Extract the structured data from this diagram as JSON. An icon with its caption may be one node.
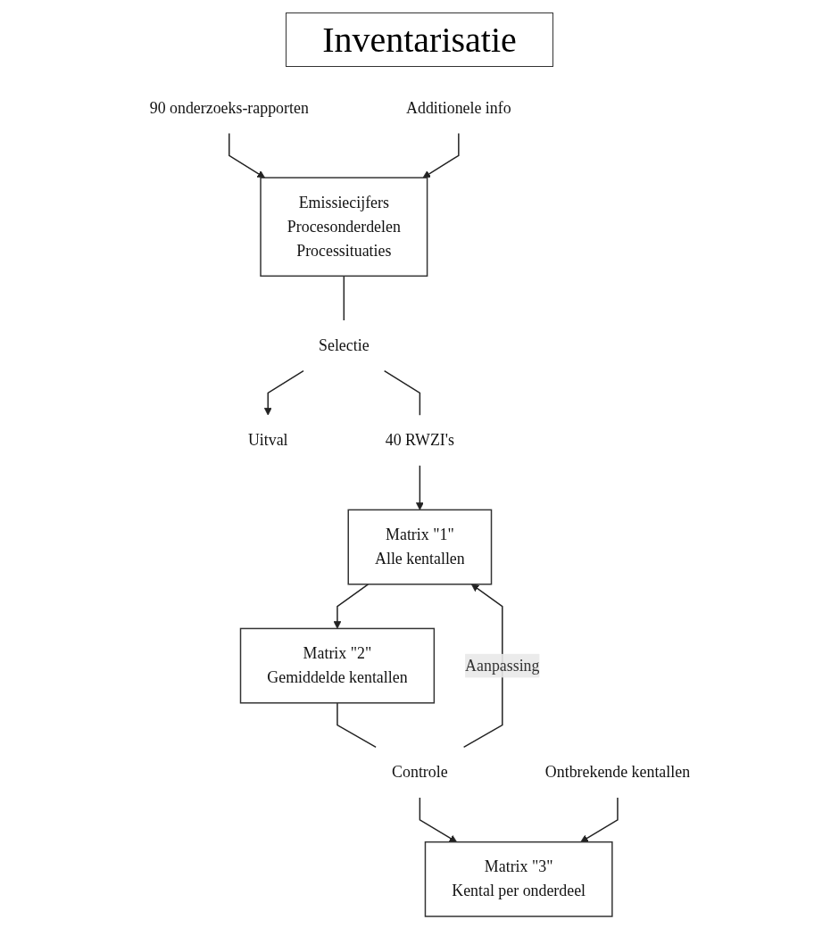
{
  "diagram": {
    "title": "Inventarisatie",
    "nodes": [
      {
        "text": [
          "90 onderzoeks-rapporten"
        ]
      },
      {
        "text": [
          "Additionele info"
        ]
      },
      {
        "text": [
          "Emissiecijfers",
          "Procesonderdelen",
          "Processituaties"
        ]
      },
      {
        "text": [
          "Selectie"
        ]
      },
      {
        "text": [
          "Uitval"
        ]
      },
      {
        "text": [
          "40 RWZI's"
        ]
      },
      {
        "text": [
          "Matrix \"1\"",
          "Alle kentallen"
        ]
      },
      {
        "text": [
          "Matrix \"2\"",
          "Gemiddelde kentallen"
        ]
      },
      {
        "text": [
          "Controle"
        ]
      },
      {
        "text": [
          "Ontbrekende kentallen"
        ]
      },
      {
        "text": [
          "Matrix \"3\"",
          "Kental per onderdeel"
        ]
      }
    ],
    "edges": [
      {
        "from": 0,
        "to": 2,
        "arrow": "to"
      },
      {
        "from": 1,
        "to": 2,
        "arrow": "to"
      },
      {
        "from": 2,
        "to": 3,
        "arrow": "none"
      },
      {
        "from": 3,
        "to": 4,
        "arrow": "to"
      },
      {
        "from": 3,
        "to": 5,
        "arrow": "none"
      },
      {
        "from": 5,
        "to": 6,
        "arrow": "to"
      },
      {
        "from": 6,
        "to": 7,
        "arrow": "to"
      },
      {
        "from": 7,
        "to": 8,
        "arrow": "none"
      },
      {
        "from": 8,
        "to": 6,
        "arrow": "to",
        "label": "Aanpassing"
      },
      {
        "from": 8,
        "to": 10,
        "arrow": "to"
      },
      {
        "from": 9,
        "to": 10,
        "arrow": "to"
      }
    ]
  }
}
